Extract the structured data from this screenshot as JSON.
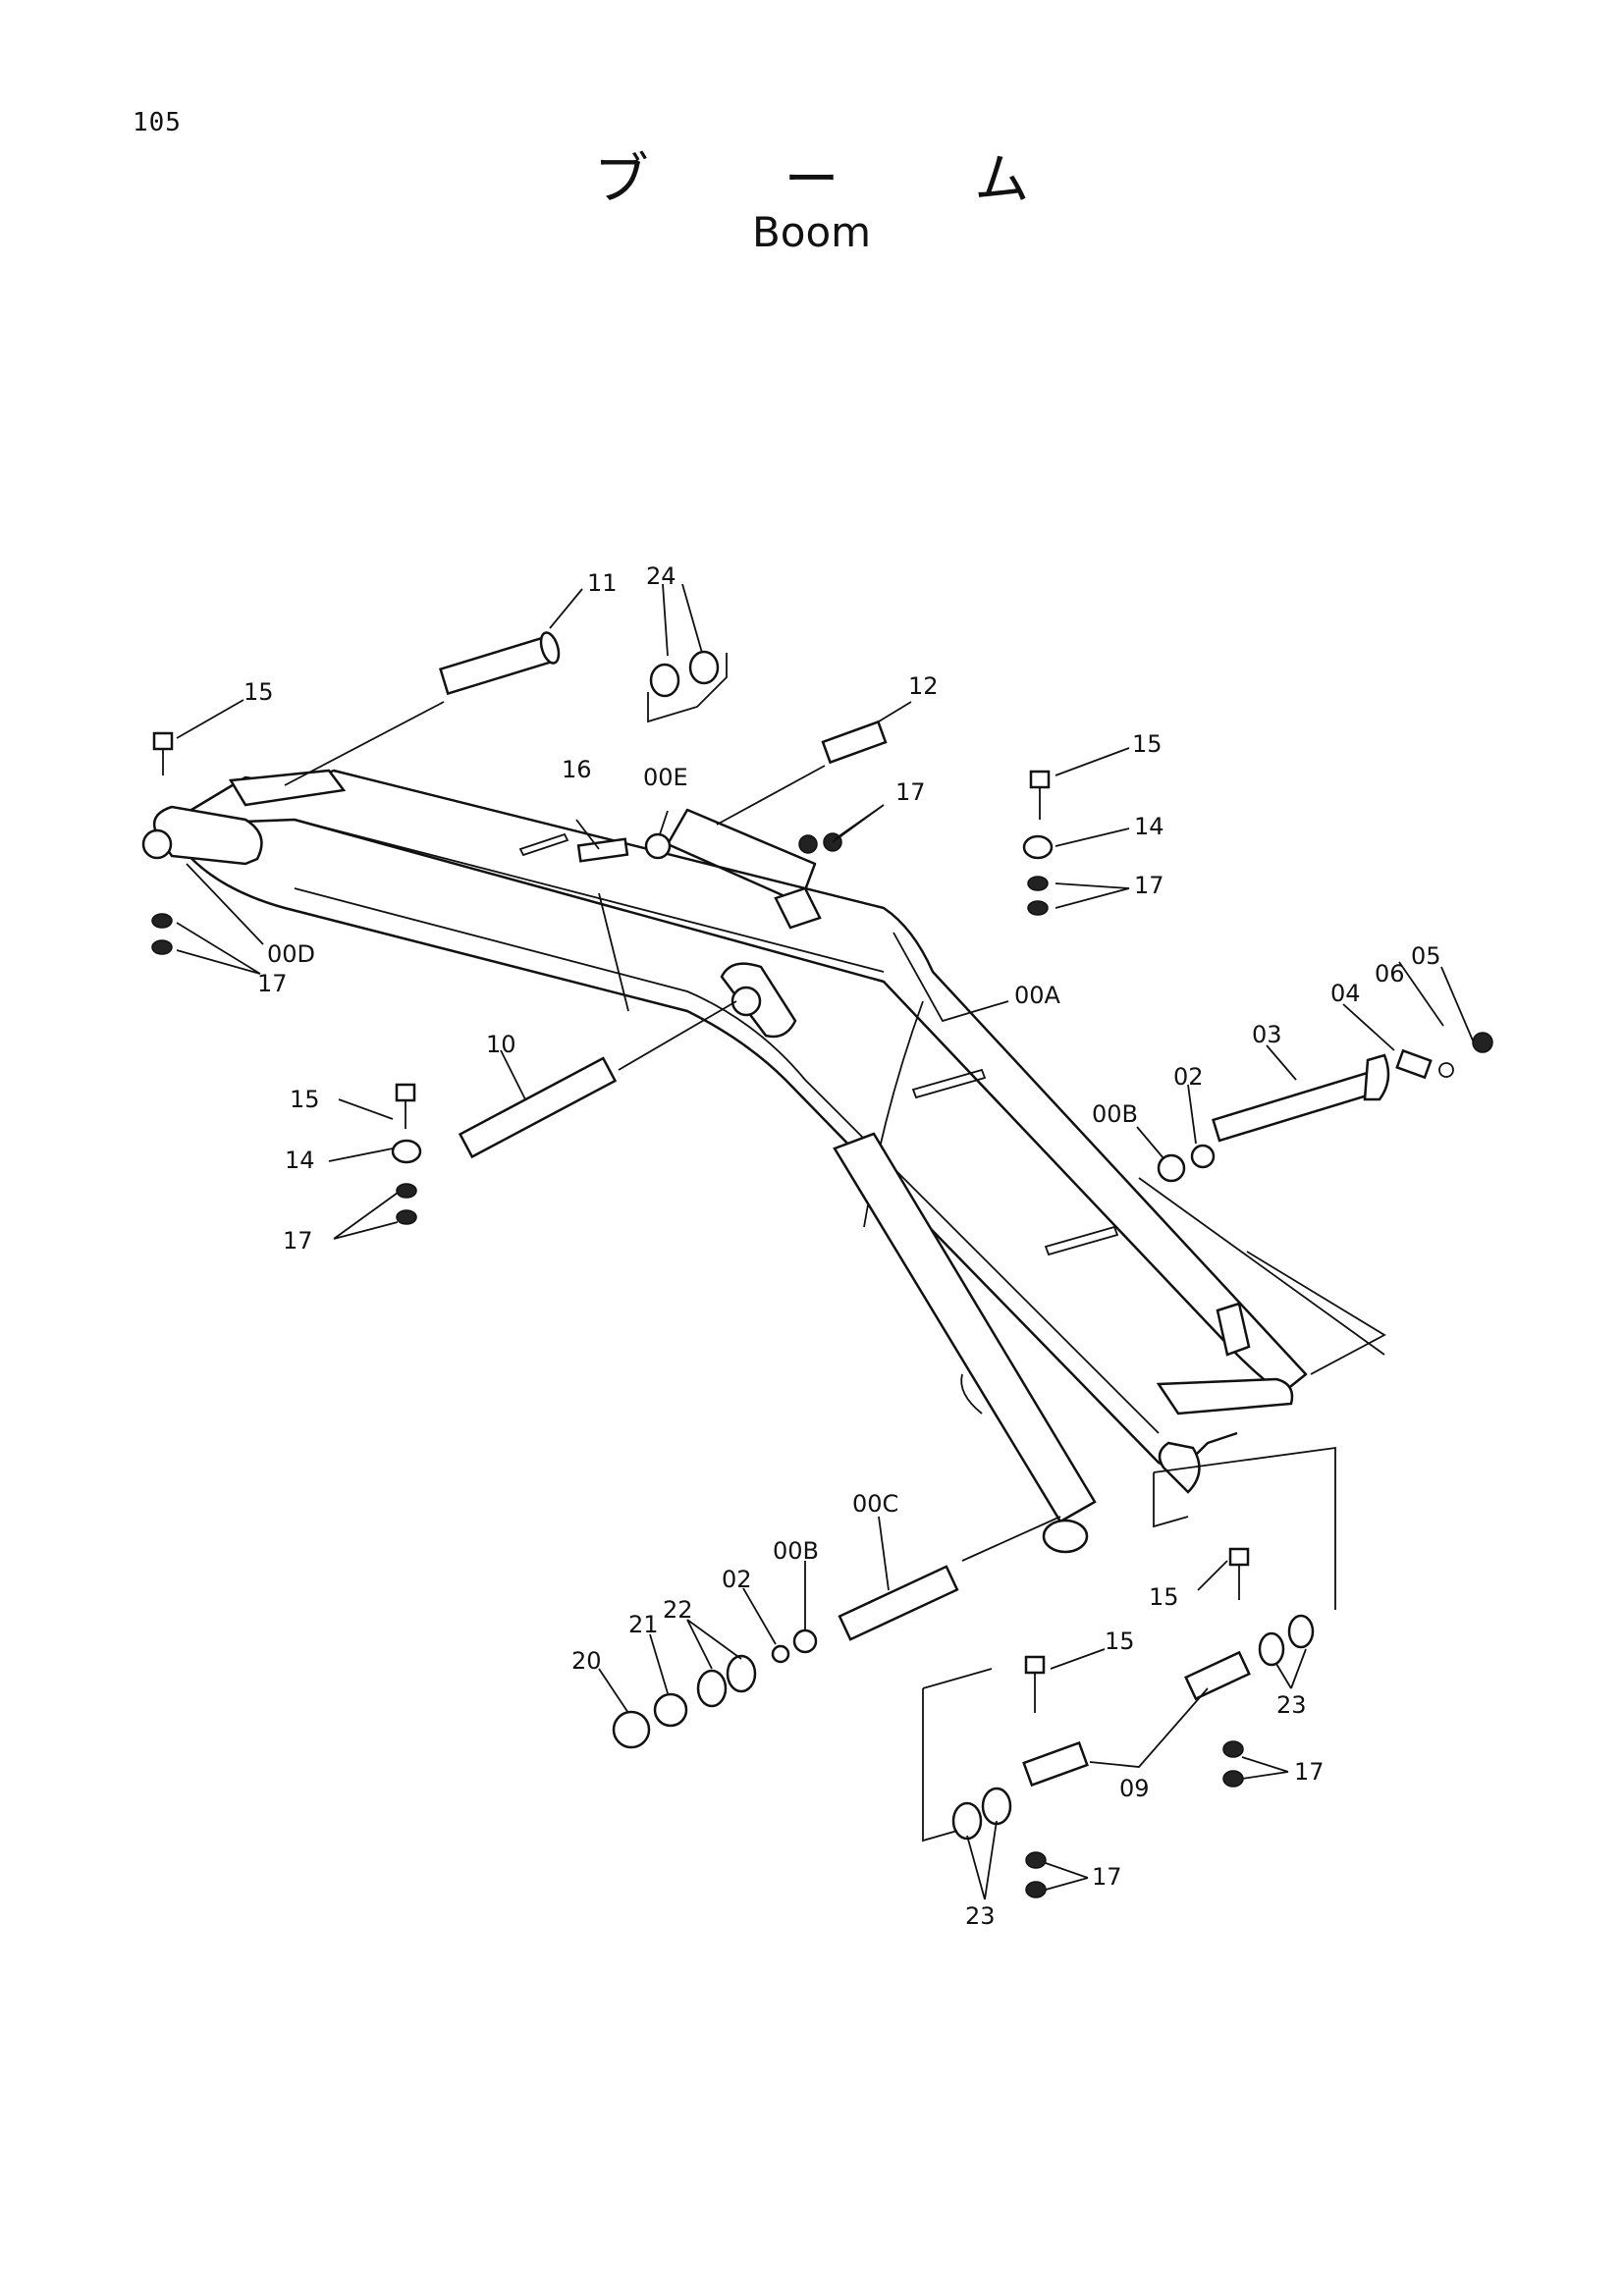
{
  "page": {
    "number": "105"
  },
  "title": {
    "japanese": "ブ ー ム",
    "english": "Boom"
  },
  "callouts": [
    "11",
    "24",
    "12",
    "15",
    "16",
    "00E",
    "17",
    "15",
    "14",
    "17",
    "00D",
    "17",
    "00A",
    "06",
    "05",
    "04",
    "03",
    "02",
    "00B",
    "10",
    "15",
    "14",
    "17",
    "00C",
    "00B",
    "02",
    "22",
    "21",
    "20",
    "15",
    "15",
    "23",
    "09",
    "17",
    "17",
    "23"
  ]
}
